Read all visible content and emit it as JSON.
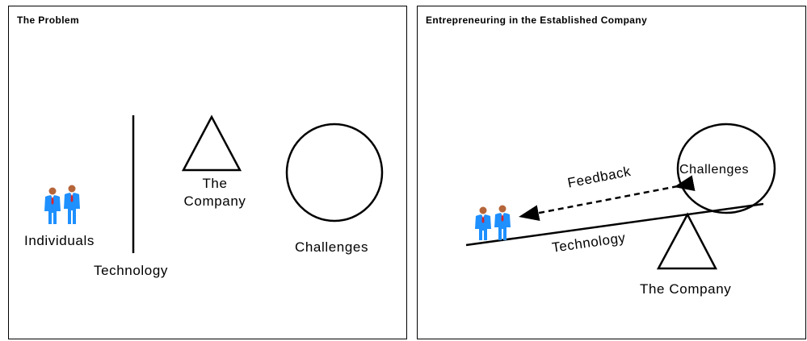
{
  "panels": [
    {
      "title": "The Problem",
      "labels": {
        "individuals": "Individuals",
        "technology": "Technology",
        "company_line1": "The",
        "company_line2": "Company",
        "challenges": "Challenges"
      }
    },
    {
      "title": "Entrepreneuring in the Established Company",
      "labels": {
        "challenges": "Challenges",
        "feedback": "Feedback",
        "technology": "Technology",
        "company": "The Company"
      }
    }
  ],
  "colors": {
    "border": "#000000",
    "person_suit": "#1e90ff",
    "person_skin": "#b5653a",
    "person_tie": "#d9232e"
  },
  "icons": [
    "people-icon",
    "triangle-shape",
    "circle-shape",
    "arrow-icon"
  ]
}
